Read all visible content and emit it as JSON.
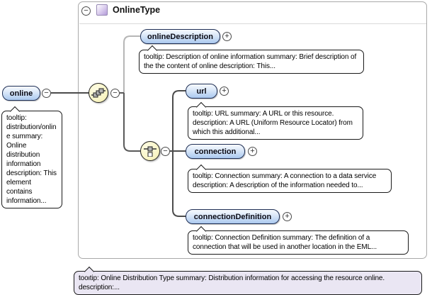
{
  "type_container": {
    "title": "OnlineType",
    "tooltip": "tooltip: Online Distribution Type summary: Distribution information for accessing the resource online. description:..."
  },
  "root_element": {
    "label": "online",
    "tooltip": "tooltip: distribution/online summary: Online distribution information description: This element contains information..."
  },
  "elements": {
    "onlineDescription": {
      "label": "onlineDescription",
      "tooltip": "tooltip: Description of online information summary: Brief description of the the content of online description: This..."
    },
    "url": {
      "label": "url",
      "tooltip": "tooltip: URL summary: A URL or this resource. description: A URL (Uniform Resource Locator) from which this additional..."
    },
    "connection": {
      "label": "connection",
      "tooltip": "tooltip: Connection summary: A connection to a data service description: A description of the information needed to..."
    },
    "connectionDefinition": {
      "label": "connectionDefinition",
      "tooltip": "tooltip: Connection Definition summary: The definition of a connection that will be used in another location in the EML..."
    }
  },
  "glyphs": {
    "collapse": "−",
    "expand": "+"
  },
  "colors": {
    "element_fill_top": "#f7fafe",
    "element_fill_bottom": "#abc9ef",
    "element_border": "#1f2f55",
    "compositor_fill": "#faf6c8",
    "type_icon_fill": "#b49cd9",
    "tooltip_border": "#1a1a1a",
    "type_tooltip_fill": "#eae6f3",
    "connector_dark": "#4c4c4c",
    "connector_light": "#b6b6b6",
    "container_border": "#a9a9a9"
  }
}
